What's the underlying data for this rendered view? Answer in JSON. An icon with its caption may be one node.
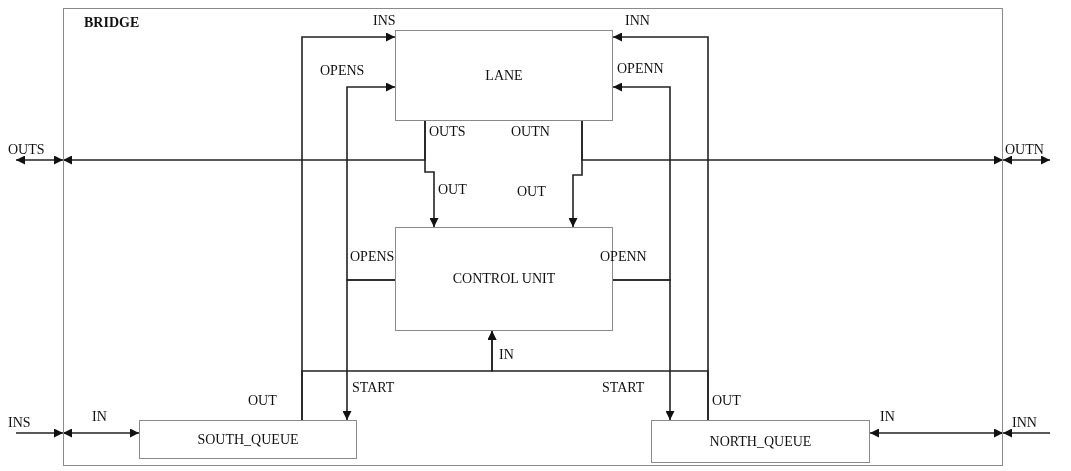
{
  "diagram": {
    "nodes": [
      {
        "text": [
          "BRIDGE"
        ]
      },
      {
        "text": [
          "LANE"
        ],
        "in": 0
      },
      {
        "text": [
          "CONTROL UNIT"
        ],
        "in": 0
      },
      {
        "text": [
          "SOUTH_QUEUE"
        ],
        "in": 0
      },
      {
        "text": [
          "NORTH_QUEUE"
        ],
        "in": 0
      },
      {
        "text": [
          "OUTS"
        ]
      },
      {
        "text": [
          "OUTN"
        ]
      },
      {
        "text": [
          "INS"
        ]
      },
      {
        "text": [
          "INN"
        ]
      }
    ],
    "edges": [
      {
        "from": 7,
        "to": 0,
        "arrow": "to"
      },
      {
        "from": 0,
        "to": 3,
        "arrow": "both"
      },
      {
        "from": 5,
        "to": 0,
        "arrow": "both"
      },
      {
        "from": 1,
        "to": 0,
        "arrow": "to"
      },
      {
        "from": 1,
        "to": 2,
        "arrow": "to"
      },
      {
        "from": 1,
        "to": 0,
        "arrow": "to"
      },
      {
        "from": 6,
        "to": 0,
        "arrow": "both"
      },
      {
        "from": 1,
        "to": 2,
        "arrow": "to"
      },
      {
        "from": 8,
        "to": 0,
        "arrow": "to"
      },
      {
        "from": 0,
        "to": 4,
        "arrow": "both"
      },
      {
        "from": 3,
        "to": 1,
        "arrow": "to"
      },
      {
        "from": 3,
        "to": 2,
        "arrow": "to"
      },
      {
        "from": 4,
        "to": 1,
        "arrow": "to"
      },
      {
        "from": 4,
        "to": 2,
        "arrow": "to"
      },
      {
        "from": 2,
        "to": 1,
        "arrow": "to"
      },
      {
        "from": 2,
        "to": 3,
        "arrow": "to"
      },
      {
        "from": 2,
        "to": 1,
        "arrow": "to"
      },
      {
        "from": 2,
        "to": 4,
        "arrow": "to"
      }
    ],
    "labels": [
      "INS",
      "INN",
      "OPENS",
      "OPENN",
      "OUTS",
      "OUTN",
      "OUT",
      "OUT",
      "OPENS",
      "OPENN",
      "IN",
      "START",
      "START",
      "OUT",
      "OUT",
      "IN",
      "IN"
    ]
  }
}
